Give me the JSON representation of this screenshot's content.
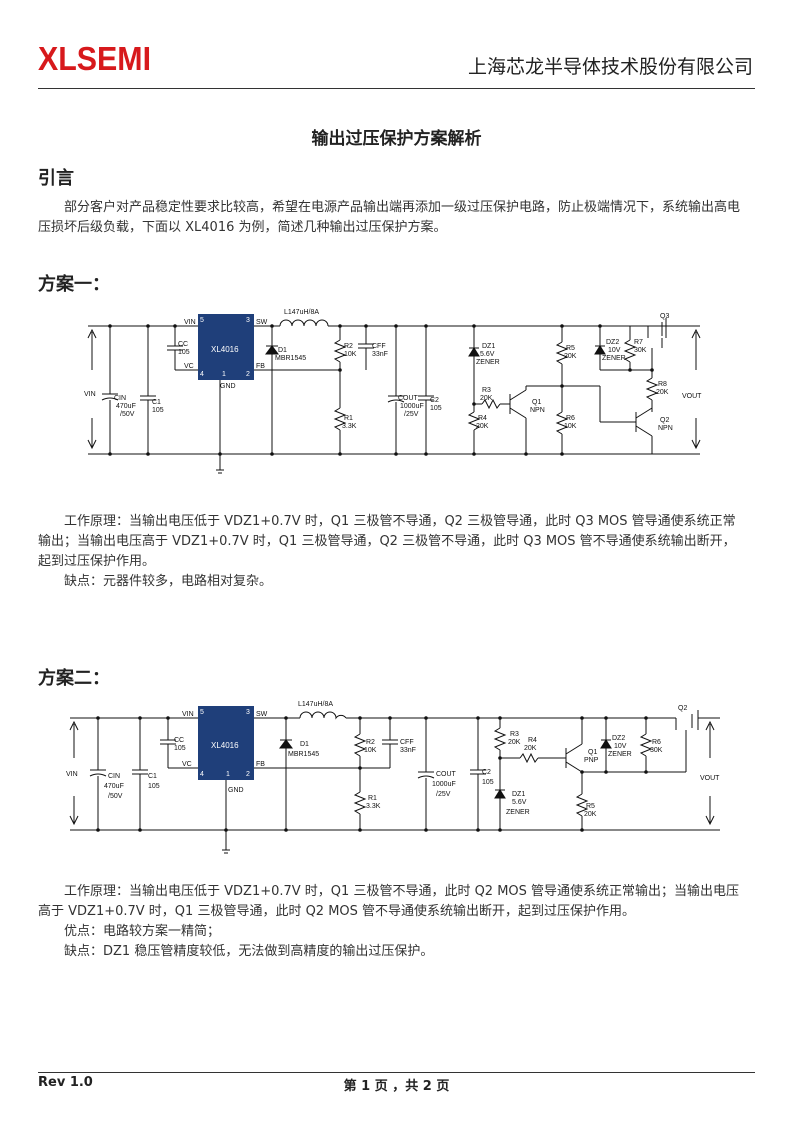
{
  "header": {
    "logo_text": "XLSEMI",
    "company": "上海芯龙半导体技术股份有限公司",
    "brand_color": "#d7191c"
  },
  "doc_title": "输出过压保护方案解析",
  "intro": {
    "heading": "引言",
    "lines": [
      "部分客户对产品稳定性要求比较高，希望在电源产品输出端再添加一级过压保护电路，防止极端情况下，系统输出高电",
      "压损坏后级负载，下面以 XL4016 为例，简述几种输出过压保护方案。"
    ]
  },
  "scheme1": {
    "heading": "方案一：",
    "circuit": {
      "ic_name": "XL4016",
      "ic_color": "#1f3f7a",
      "pins": {
        "vin": "VIN",
        "vin_num": "5",
        "sw": "SW",
        "sw_num": "3",
        "vc": "VC",
        "vc_num": "4",
        "fb": "FB",
        "fb_num": "2",
        "gnd": "GND",
        "gnd_num": "1"
      },
      "inductor": "L147uH/8A",
      "d1": "D1",
      "d1_part": "MBR1545",
      "r2": "R2",
      "r2_val": "10K",
      "cff": "CFF",
      "cff_val": "33nF",
      "r1": "R1",
      "r1_val": "3.3K",
      "cc": "CC",
      "cc_val": "105",
      "vin_label": "VIN",
      "cin": "CIN",
      "cin_val1": "470uF",
      "cin_val2": "/50V",
      "c1": "C1",
      "c1_val": "105",
      "cout": "COUT",
      "cout_val1": "1000uF",
      "cout_val2": "/25V",
      "c2": "C2",
      "c2_val": "105",
      "dz1": "DZ1",
      "dz1_val": "5.6V",
      "dz1_type": "ZENER",
      "r3": "R3",
      "r3_val": "20K",
      "r4": "R4",
      "r4_val": "20K",
      "q1": "Q1",
      "q1_type": "NPN",
      "r5": "R5",
      "r5_val": "20K",
      "r6": "R6",
      "r6_val": "10K",
      "dz2": "DZ2",
      "dz2_val": "10V",
      "dz2_type": "ZENER",
      "r7": "R7",
      "r7_val": "30K",
      "q3": "Q3",
      "r8": "R8",
      "r8_val": "20K",
      "q2": "Q2",
      "q2_type": "NPN",
      "vout": "VOUT"
    },
    "lines": [
      "工作原理：当输出电压低于 VDZ1+0.7V 时，Q1 三极管不导通，Q2 三极管导通，此时 Q3 MOS 管导通使系统正常",
      "输出；当输出电压高于 VDZ1+0.7V 时，Q1 三极管导通，Q2 三极管不导通，此时 Q3 MOS 管不导通使系统输出断开，",
      "起到过压保护作用。"
    ],
    "cons": "缺点：元器件较多，电路相对复杂。"
  },
  "scheme2": {
    "heading": "方案二：",
    "circuit": {
      "ic_name": "XL4016",
      "pins": {
        "vin": "VIN",
        "vin_num": "5",
        "sw": "SW",
        "sw_num": "3",
        "vc": "VC",
        "vc_num": "4",
        "fb": "FB",
        "fb_num": "2",
        "gnd": "GND",
        "gnd_num": "1"
      },
      "inductor": "L147uH/8A",
      "d1": "D1",
      "d1_part": "MBR1545",
      "r2": "R2",
      "r2_val": "10K",
      "cff": "CFF",
      "cff_val": "33nF",
      "r1": "R1",
      "r1_val": "3.3K",
      "cc": "CC",
      "cc_val": "105",
      "vin_label": "VIN",
      "cin": "CIN",
      "cin_val1": "470uF",
      "cin_val2": "/50V",
      "c1": "C1",
      "c1_val": "105",
      "cout": "COUT",
      "cout_val1": "1000uF",
      "cout_val2": "/25V",
      "c2": "C2",
      "c2_val": "105",
      "r3": "R3",
      "r3_val": "20K",
      "r4": "R4",
      "r4_val": "20K",
      "dz1": "DZ1",
      "dz1_val": "5.6V",
      "dz1_type": "ZENER",
      "q1": "Q1",
      "q1_type": "PNP",
      "dz2": "DZ2",
      "dz2_val": "10V",
      "dz2_type": "ZENER",
      "r6": "R6",
      "r6_val": "30K",
      "q2": "Q2",
      "r5": "R5",
      "r5_val": "20K",
      "vout": "VOUT"
    },
    "lines": [
      "工作原理：当输出电压低于 VDZ1+0.7V 时，Q1 三极管不导通，此时 Q2 MOS 管导通使系统正常输出；当输出电压",
      "高于 VDZ1+0.7V 时，Q1 三极管导通，此时 Q2 MOS 管不导通使系统输出断开，起到过压保护作用。"
    ],
    "pros": "优点：电路较方案一精简；",
    "cons": "缺点：DZ1 稳压管精度较低，无法做到高精度的输出过压保护。"
  },
  "footer": {
    "rev": "Rev 1.0",
    "page": "第 1 页 ，共 2 页"
  }
}
